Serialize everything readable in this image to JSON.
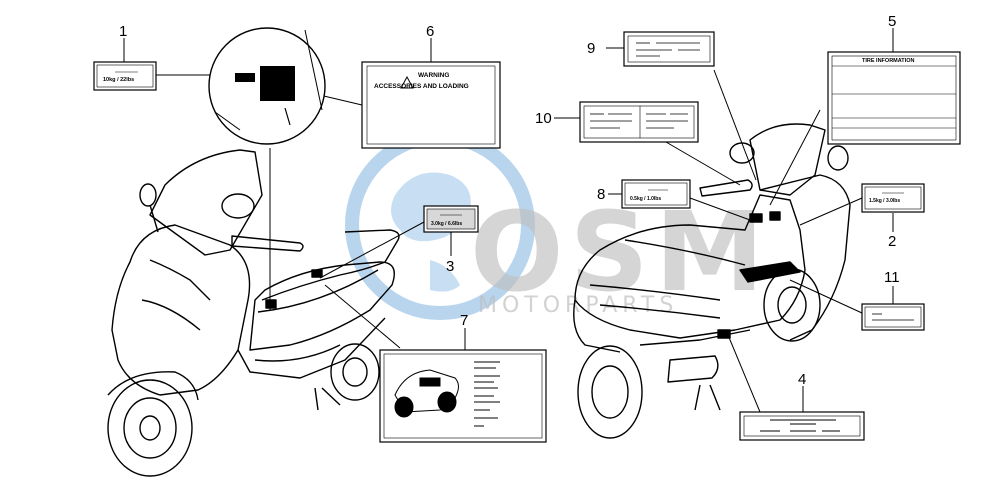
{
  "watermark": {
    "brand": "OSM",
    "subtitle": "MOTORPARTS",
    "color": "#7fb3e0"
  },
  "callouts": {
    "c1": "1",
    "c2": "2",
    "c3": "3",
    "c4": "4",
    "c5": "5",
    "c6": "6",
    "c7": "7",
    "c8": "8",
    "c9": "9",
    "c10": "10",
    "c11": "11"
  },
  "labels": {
    "label1": "10kg / 22lbs",
    "label2": "1.5kg / 3.0lbs",
    "label3": "3.0kg / 6.6lbs",
    "label6_title": "WARNING",
    "label6_subtitle": "ACCESSORIES AND LOADING",
    "label5_title": "TIRE INFORMATION",
    "label8": "0.5kg / 1.0lbs"
  },
  "colors": {
    "line": "#000000",
    "label_fill": "#ffffff",
    "label_gray": "#d8d8d8"
  }
}
